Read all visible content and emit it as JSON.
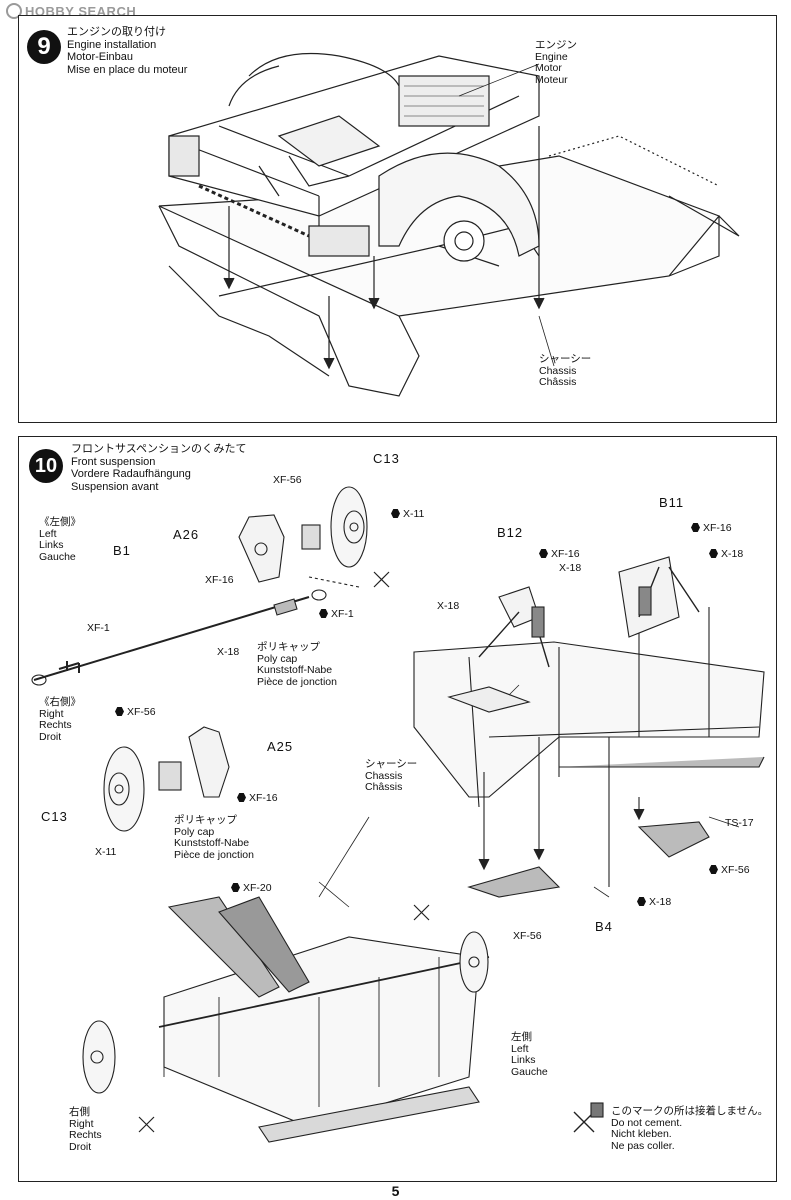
{
  "watermark": {
    "text": "HOBBY SEARCH"
  },
  "step9": {
    "number": "9",
    "title": [
      "エンジンの取り付け",
      "Engine installation",
      "Motor-Einbau",
      "Mise en place du moteur"
    ],
    "engine_label": [
      "エンジン",
      "Engine",
      "Motor",
      "Moteur"
    ],
    "chassis_label": [
      "シャーシー",
      "Chassis",
      "Châssis"
    ]
  },
  "step10": {
    "number": "10",
    "title": [
      "フロントサスペンションのくみたて",
      "Front suspension",
      "Vordere Radaufhängung",
      "Suspension avant"
    ],
    "left_label": [
      "《左側》",
      "Left",
      "Links",
      "Gauche"
    ],
    "right_label": [
      "《右側》",
      "Right",
      "Rechts",
      "Droit"
    ],
    "polycap_label_1": [
      "ポリキャップ",
      "Poly cap",
      "Kunststoff-Nabe",
      "Pièce de jonction"
    ],
    "polycap_label_2": [
      "ポリキャップ",
      "Poly cap",
      "Kunststoff-Nabe",
      "Pièce de jonction"
    ],
    "chassis_label": [
      "シャーシー",
      "Chassis",
      "Châssis"
    ],
    "bottom_left_label": [
      "左側",
      "Left",
      "Links",
      "Gauche"
    ],
    "bottom_right_label": [
      "右側",
      "Right",
      "Rechts",
      "Droit"
    ],
    "no_cement_note": [
      "このマークの所は接着しません。",
      "Do not cement.",
      "Nicht kleben.",
      "Ne pas coller."
    ],
    "parts": {
      "c13_top": "C13",
      "a26": "A26",
      "b1": "B1",
      "a25": "A25",
      "c13_bottom": "C13",
      "b12": "B12",
      "b11": "B11",
      "b4": "B4"
    },
    "screws": {
      "xf56_top": "XF-56",
      "x11_top": "X-11",
      "xf16_a26": "XF-16",
      "xf1_right": "XF-1",
      "xf1_left": "XF-1",
      "x18_b1": "X-18",
      "xf56_right": "XF-56",
      "xf16_a25": "XF-16",
      "x11_bottom": "X-11",
      "xf16_b12": "XF-16",
      "x18_b12r": "X-18",
      "x18_b12l": "X-18",
      "xf16_b11": "XF-16",
      "x18_b11": "X-18",
      "ts17": "TS-17",
      "xf56_arm": "XF-56",
      "x18_arm": "X-18",
      "xf56_b4": "XF-56",
      "xf20": "XF-20"
    }
  },
  "page": {
    "number": "5"
  }
}
